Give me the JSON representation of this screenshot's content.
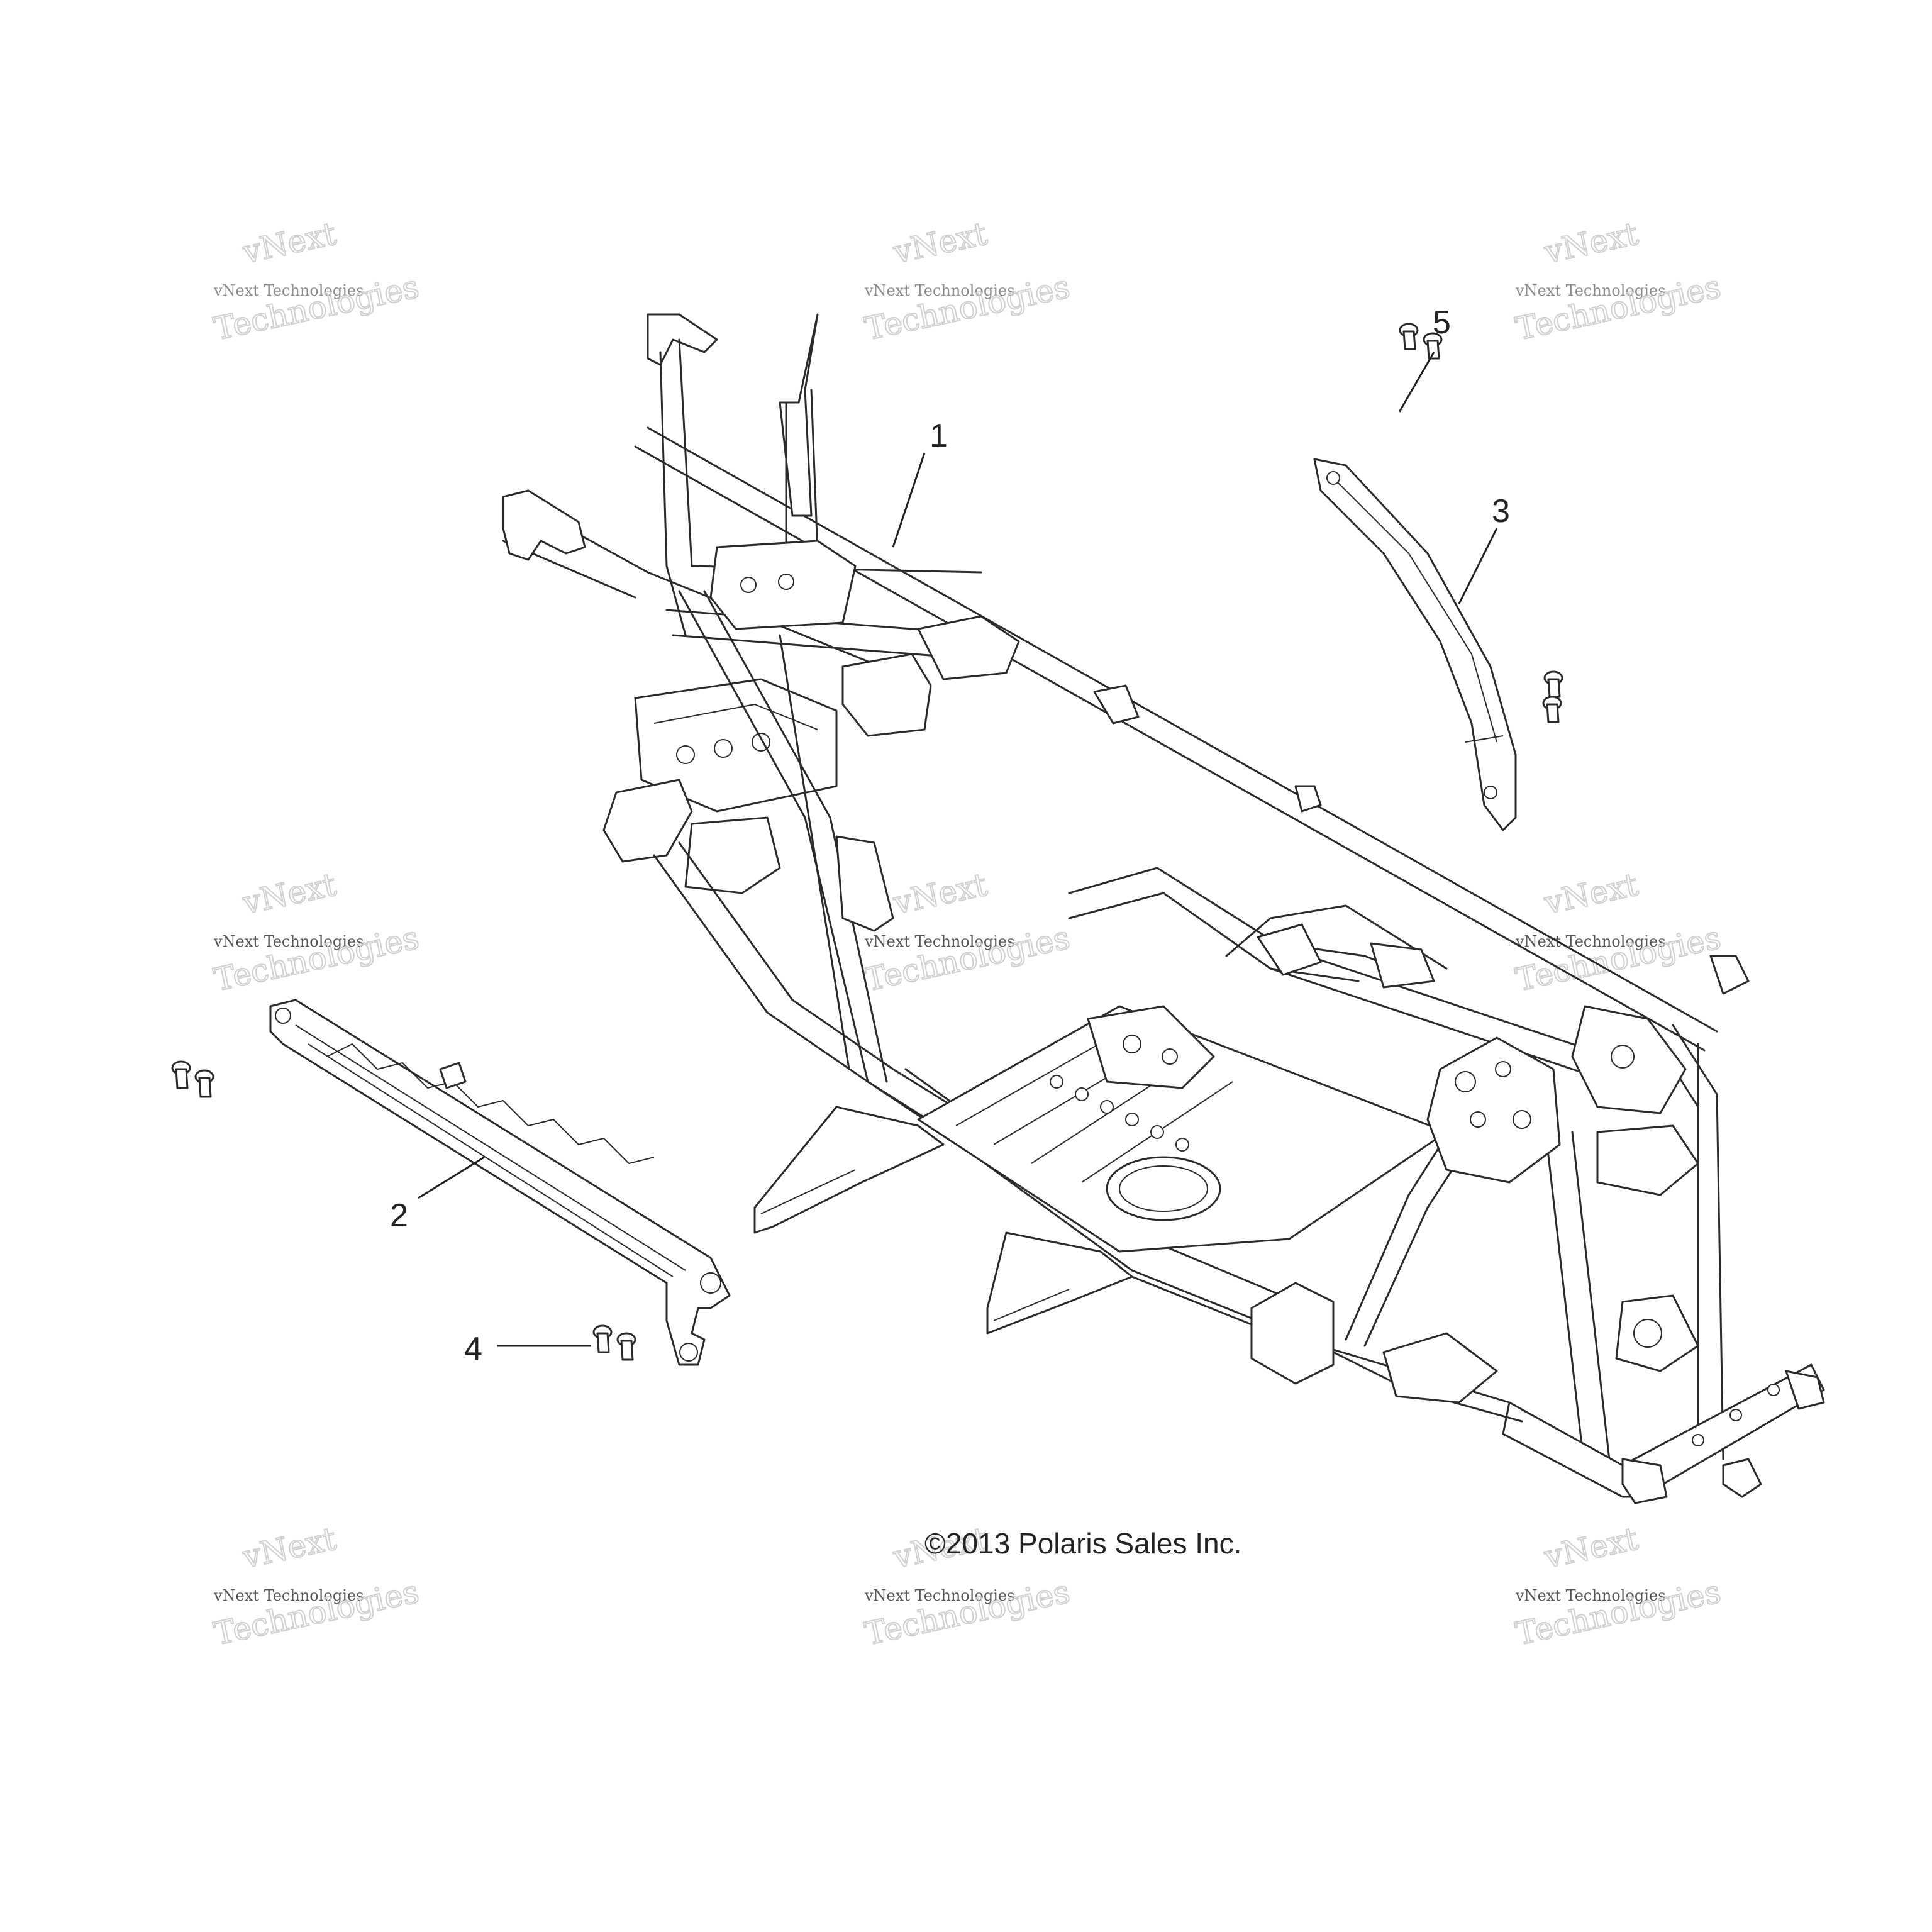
{
  "watermark": {
    "line1": "vNext",
    "line2": "vNext Technologies",
    "line3": "Technologies"
  },
  "callouts": {
    "part1": "1",
    "part2": "2",
    "part3": "3",
    "part4": "4",
    "part5": "5"
  },
  "copyright": "©2013 Polaris Sales Inc."
}
